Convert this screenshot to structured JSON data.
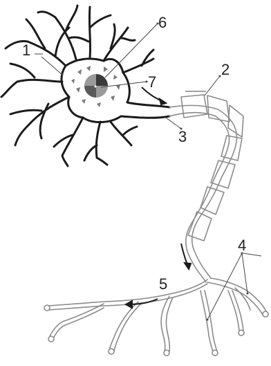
{
  "labels": {
    "l1": "1",
    "l2": "2",
    "l3": "3",
    "l4": "4",
    "l5": "5",
    "l6": "6",
    "l7": "7"
  },
  "colors": {
    "ink": "#1b1b1b",
    "fiber": "#8a8a8a",
    "nucleus_dark": "#3a3a3a",
    "nucleus_light": "#9a9a9a"
  }
}
